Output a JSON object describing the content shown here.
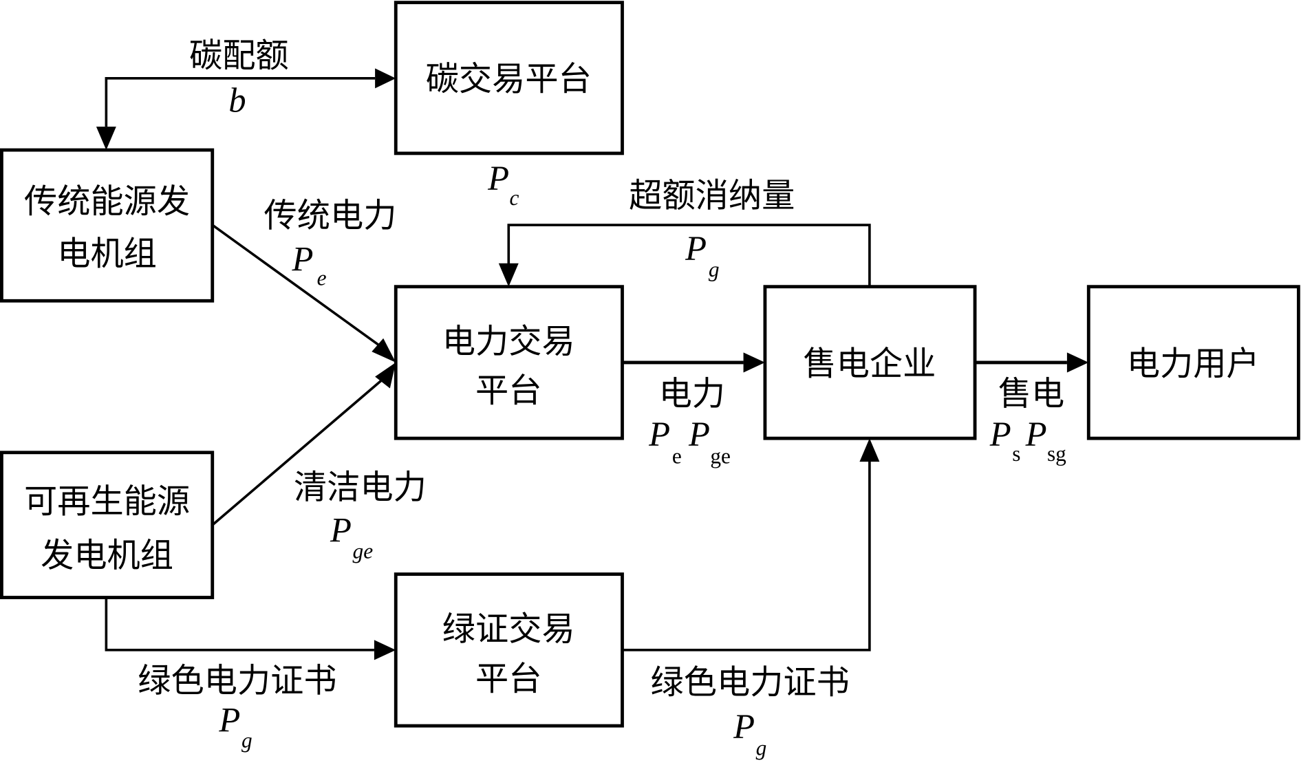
{
  "title": "电力市场、碳交易与绿证交易耦合结构图",
  "nodes": {
    "carbon_platform": {
      "lines": [
        "碳交易平台"
      ]
    },
    "traditional_gen": {
      "lines": [
        "传统能源发",
        "电机组"
      ]
    },
    "renewable_gen": {
      "lines": [
        "可再生能源",
        "发电机组"
      ]
    },
    "power_platform": {
      "lines": [
        "电力交易",
        "平台"
      ]
    },
    "retailer": {
      "lines": [
        "售电企业"
      ]
    },
    "users": {
      "lines": [
        "电力用户"
      ]
    },
    "gc_platform": {
      "lines": [
        "绿证交易",
        "平台"
      ]
    }
  },
  "edges": {
    "carbon_quota": {
      "label": "碳配额",
      "symbol": "b",
      "subscript": ""
    },
    "carbon_price": {
      "label": "",
      "symbol": "P",
      "subscript": "c"
    },
    "traditional_power": {
      "label": "传统电力",
      "symbol": "P",
      "subscript": "e"
    },
    "clean_power": {
      "label": "清洁电力",
      "symbol": "P",
      "subscript": "ge"
    },
    "excess_consumption": {
      "label": "超额消纳量",
      "symbol": "P",
      "subscript": "g"
    },
    "power_to_retailer": {
      "label": "电力",
      "symbol1": "P",
      "subscript1": "e",
      "symbol2": "P",
      "subscript2": "ge"
    },
    "retail_sale": {
      "label": "售电",
      "symbol1": "P",
      "subscript1": "s",
      "symbol2": "P",
      "subscript2": "sg"
    },
    "green_cert_in": {
      "label": "绿色电力证书",
      "symbol": "P",
      "subscript": "g"
    },
    "green_cert_out": {
      "label": "绿色电力证书",
      "symbol": "P",
      "subscript": "g"
    }
  }
}
